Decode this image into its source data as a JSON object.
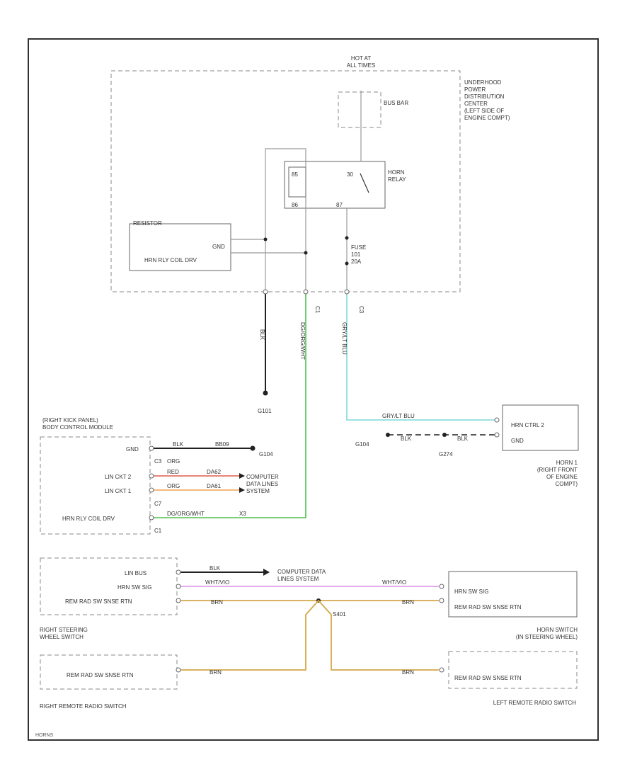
{
  "colors": {
    "black": "#222222",
    "green": "#4cc24c",
    "cyan": "#7fd8d8",
    "red": "#e05a4a",
    "orange": "#f0a050",
    "violet": "#d890e8",
    "tan": "#d4a84a",
    "gray": "#999999"
  },
  "labels": {
    "hot_at_all_times": "HOT AT\nALL TIMES",
    "bus_bar": "BUS BAR",
    "underhood_pdc": "UNDERHOOD\nPOWER\nDISTRIBUTION\nCENTER\n(LEFT SIDE OF\nENGINE COMPT)",
    "relay_85": "85",
    "relay_30": "30",
    "relay_86": "86",
    "relay_87": "87",
    "horn_relay": "HORN\nRELAY",
    "resistor": "RESISTOR",
    "resistor_gnd": "GND",
    "resistor_hrn_rly": "HRN RLY COIL DRV",
    "fuse": "FUSE\n101\n20A",
    "c1": "C1",
    "c3": "C3",
    "wire_blk_1": "BLK",
    "wire_dg_or": "DG/ORG/WHT",
    "wire_grylt_blu": "GRY/LT BLU",
    "ground_g101": "G101",
    "bcm_title": "(RIGHT KICK PANEL)\nBODY CONTROL MODULE",
    "bcm_gnd": "GND",
    "bcm_c3": "C3",
    "bcm_lin_ckt2": "LIN CKT 2",
    "bcm_lin_ckt1": "LIN CKT 1",
    "bcm_c7": "C7",
    "bcm_hrn_rly": "HRN RLY COIL DRV",
    "bcm_c1": "C1",
    "wire_blk_bcm": "BLK",
    "wire_blk_bcm_code": "BB09",
    "ground_g104": "G104",
    "wire_org": "ORG",
    "wire_red": "RED",
    "wire_red_code": "DA62",
    "wire_org2": "ORG",
    "wire_org_code": "DA61",
    "wire_dg_bcm": "DG/ORG/WHT",
    "wire_dg_code": "X3",
    "computer_data_1": "COMPUTER\nDATA LINES\nSYSTEM",
    "wire_grylt_blu_horn": "GRY/LT BLU",
    "ground_g104_horn": "G104",
    "wire_blk_horn1": "BLK",
    "ground_g274": "G274",
    "wire_blk_horn2": "BLK",
    "horn_ctrl": "HRN CTRL 2",
    "horn_gnd": "GND",
    "horn_title": "HORN 1\n(RIGHT FRONT\nOF ENGINE\nCOMPT)",
    "rsws_lin": "LIN BUS",
    "rsws_hrn": "HRN SW SIG",
    "rsws_rtn": "REM RAD SW SNSE RTN",
    "wire_blk_lin": "BLK",
    "computer_data_2": "COMPUTER DATA\nLINES SYSTEM",
    "wire_vio": "WHT/VIO",
    "wire_vio2": "WHT/VIO",
    "wire_tan1": "BRN",
    "wire_tan2": "BRN",
    "splice": "S401",
    "horn_sw_sig": "HRN SW SIG",
    "horn_sw_rtn": "REM RAD SW SNSE RTN",
    "right_sw_title": "RIGHT STEERING\nWHEEL SWITCH",
    "horn_sw_title": "HORN SWITCH\n(IN STEERING WHEEL)",
    "rrrs_rtn": "REM RAD SW SNSE RTN",
    "wire_tan3": "BRN",
    "wire_tan4": "BRN",
    "lrrs_rtn": "LEFT REMOTE RADIO SWITCH",
    "lrrs_pin": "REM RAD SW SNSE RTN",
    "rrrs_title": "RIGHT REMOTE RADIO SWITCH",
    "footer": "HORNS"
  }
}
